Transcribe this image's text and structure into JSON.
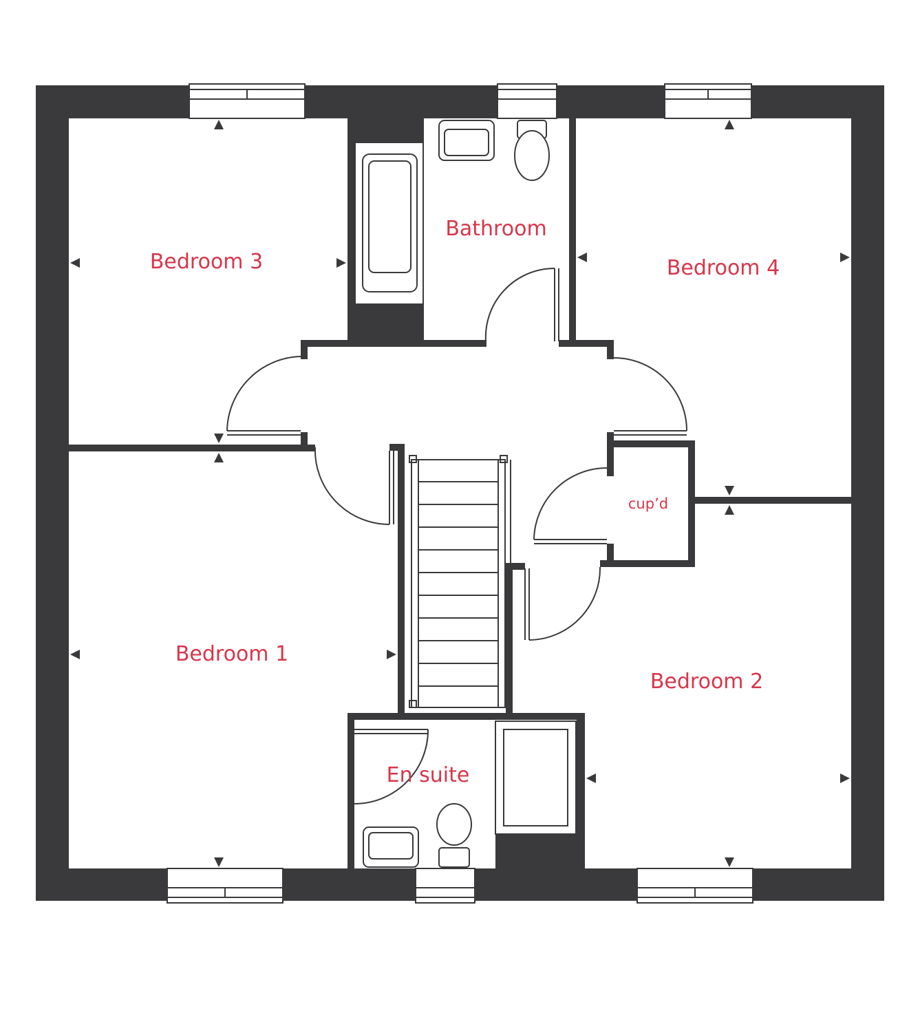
{
  "rooms": {
    "bedroom3": "Bedroom 3",
    "bathroom": "Bathroom",
    "bedroom4": "Bedroom 4",
    "bedroom1": "Bedroom 1",
    "bedroom2": "Bedroom 2",
    "cupboard": "cup’d",
    "ensuite": "En suite"
  },
  "colors": {
    "wall": "#3a3a3c",
    "label": "#d7364a",
    "background": "#ffffff"
  }
}
